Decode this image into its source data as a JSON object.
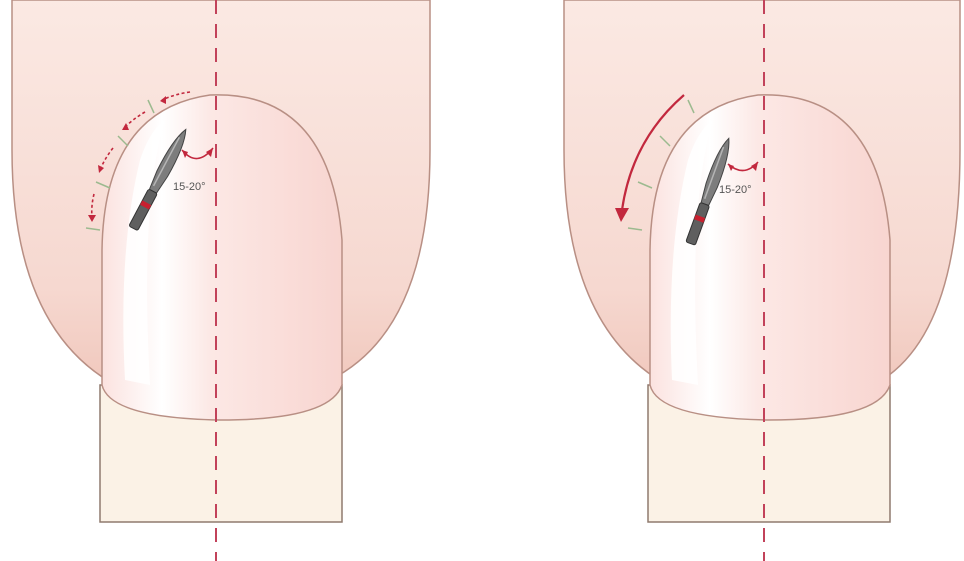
{
  "colors": {
    "skin": "#f6d8d0",
    "skin_edge": "#b88f84",
    "nail": "#fbe2df",
    "nail_highlight": "#ffffff",
    "nail_bed": "#fbf2e6",
    "guide_line": "#c2425a",
    "arrow": "#c2283e",
    "tick": "#9cba8f",
    "bit_body": "#6b6b6b",
    "bit_band": "#c8202f"
  },
  "panels": [
    {
      "id": "left",
      "technique": "short-strokes",
      "angle_label": "15-20°",
      "arrow_icon": "dashed-arrow-icon",
      "tool_icon": "drill-bit-icon"
    },
    {
      "id": "right",
      "technique": "single-sweep",
      "angle_label": "15-20°",
      "arrow_icon": "curved-arrow-icon",
      "tool_icon": "drill-bit-icon"
    }
  ]
}
